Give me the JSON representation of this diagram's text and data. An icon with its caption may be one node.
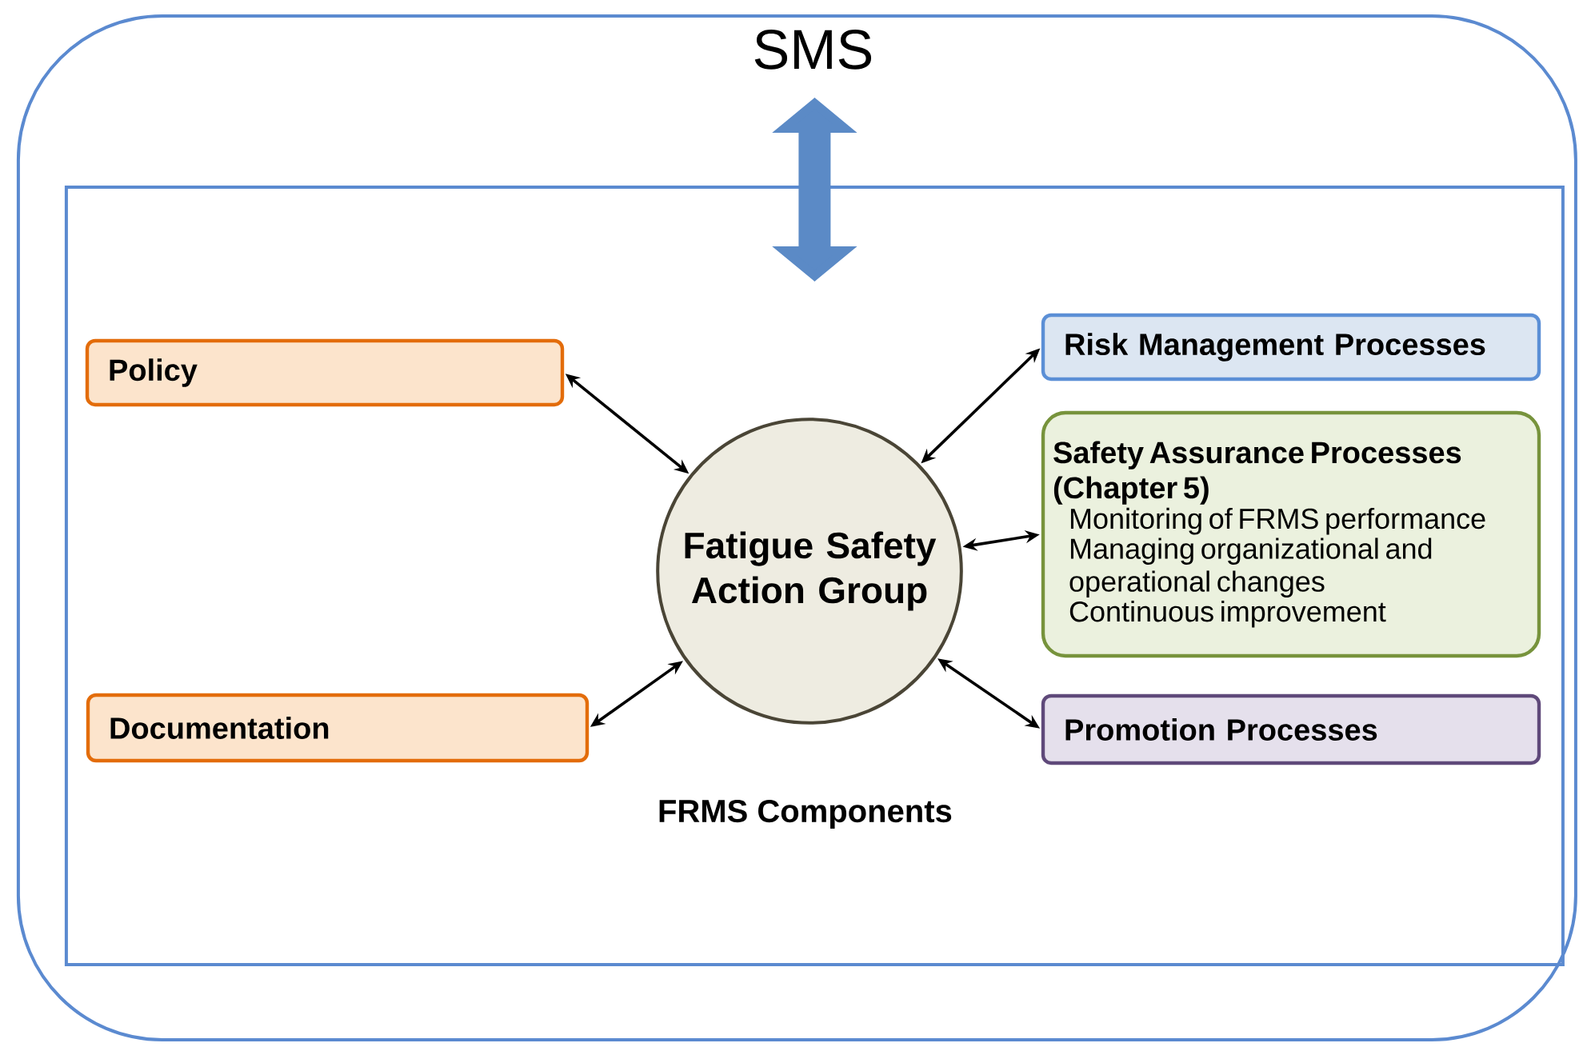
{
  "diagram": {
    "nodes": [
      {
        "text": [
          "SMS"
        ]
      },
      {
        "text": [
          "FRMS Components"
        ],
        "in": 0
      },
      {
        "text": [
          "Policy"
        ],
        "in": 1
      },
      {
        "text": [
          "Risk Management Processes"
        ],
        "in": 1
      },
      {
        "text": [
          "Fatigue Safety Action Group"
        ],
        "in": 1
      },
      {
        "text": [
          "Safety Assurance Processes (Chapter 5)",
          "Monitoring of FRMS performance",
          "Managing organizational and operational changes",
          "Continuous improvement"
        ],
        "in": 1
      },
      {
        "text": [
          "Documentation"
        ],
        "in": 1
      },
      {
        "text": [
          "Promotion Processes"
        ],
        "in": 1
      }
    ],
    "edges": [
      {
        "from": 0,
        "to": 1,
        "arrow": "both",
        "style": "thick",
        "color": "#5b8ac6"
      },
      {
        "from": 4,
        "to": 2,
        "arrow": "both"
      },
      {
        "from": 4,
        "to": 3,
        "arrow": "both"
      },
      {
        "from": 4,
        "to": 5,
        "arrow": "both"
      },
      {
        "from": 4,
        "to": 6,
        "arrow": "both"
      },
      {
        "from": 4,
        "to": 7,
        "arrow": "both"
      }
    ]
  }
}
